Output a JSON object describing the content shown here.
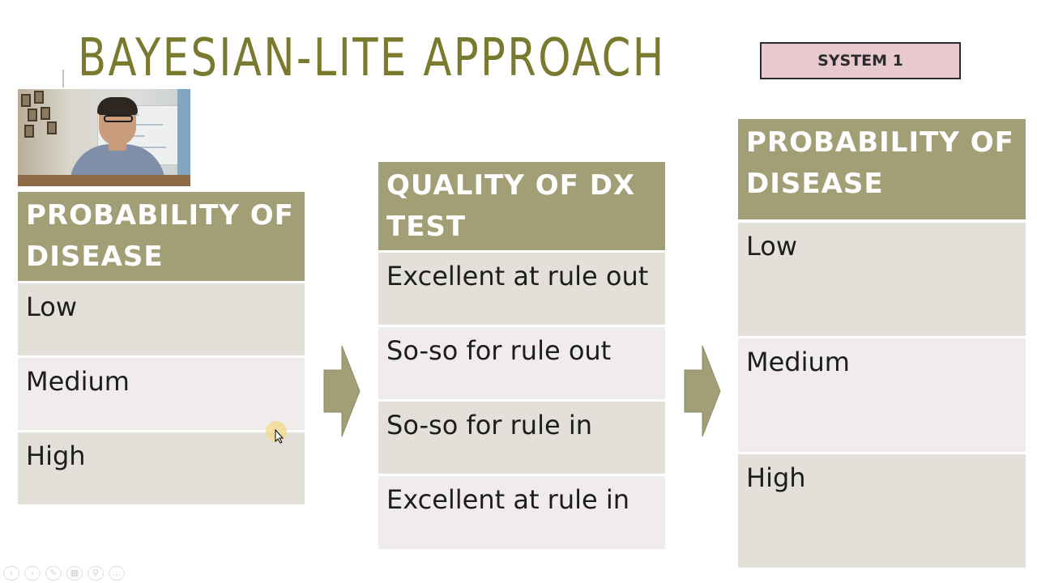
{
  "slide": {
    "title": "BAYESIAN-LITE APPROACH",
    "badge": "SYSTEM 1"
  },
  "left_table": {
    "header": "PROBABILITY OF DISEASE",
    "rows": [
      "Low",
      "Medium",
      "High"
    ]
  },
  "middle_table": {
    "header": "QUALITY OF DX TEST",
    "rows": [
      "Excellent at rule out",
      "So-so for rule out",
      "So-so for rule in",
      "Excellent at rule in"
    ]
  },
  "right_table": {
    "header": "PROBABILITY OF DISEASE",
    "rows": [
      "Low",
      "Medium",
      "High"
    ]
  },
  "colors": {
    "title": "#7a7a2e",
    "header_bg": "#a29f77",
    "row_alt_1": "#e2e0d9",
    "row_alt_2": "#f0ecec",
    "badge_bg": "#e8c9cf",
    "arrow": "#a29f77"
  },
  "icons": [
    "arrow-right-icon",
    "mouse-cursor-icon"
  ]
}
